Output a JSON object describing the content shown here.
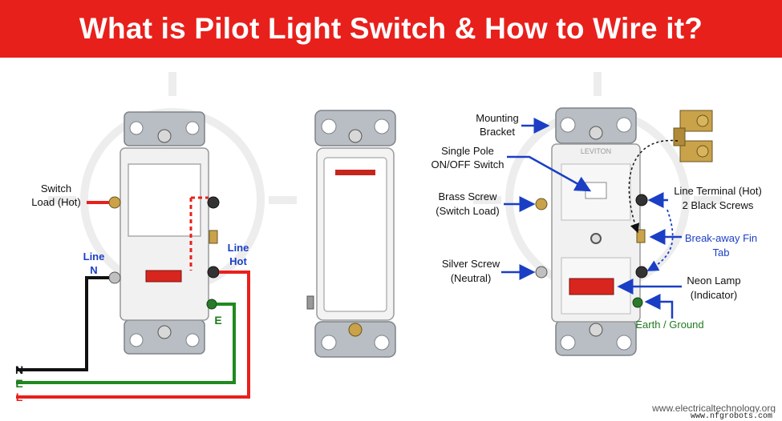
{
  "title": "What is Pilot Light Switch & How to Wire it?",
  "colors": {
    "banner": "#e8201c",
    "hot_wire": "#e8201c",
    "neutral_wire": "#111111",
    "earth_wire": "#1f8a1f",
    "callout_arrow": "#1a3fc4"
  },
  "left_diagram": {
    "switch_load_line1": "Switch",
    "switch_load_line2": "Load (Hot)",
    "line_n_line1": "Line",
    "line_n_line2": "N",
    "line_hot_line1": "Line",
    "line_hot_line2": "Hot",
    "earth_tag": "E",
    "wire_n": "N",
    "wire_e": "E",
    "wire_l": "L"
  },
  "right_labels": {
    "mounting_bracket_1": "Mounting",
    "mounting_bracket_2": "Bracket",
    "single_pole_1": "Single Pole",
    "single_pole_2": "ON/OFF Switch",
    "brass_screw_1": "Brass Screw",
    "brass_screw_2": "(Switch Load)",
    "silver_screw_1": "Silver Screw",
    "silver_screw_2": "(Neutral)",
    "line_terminal_1": "Line Terminal (Hot)",
    "line_terminal_2": "2 Black Screws",
    "breakaway_1": "Break-away Fin",
    "breakaway_2": "Tab",
    "neon_lamp_1": "Neon Lamp",
    "neon_lamp_2": "(Indicator)",
    "earth_ground": "Earth / Ground",
    "brand": "LEVITON"
  },
  "footer": {
    "website": "www.electricaltechnology.org",
    "overlay": "www.nfgrobots.com"
  }
}
